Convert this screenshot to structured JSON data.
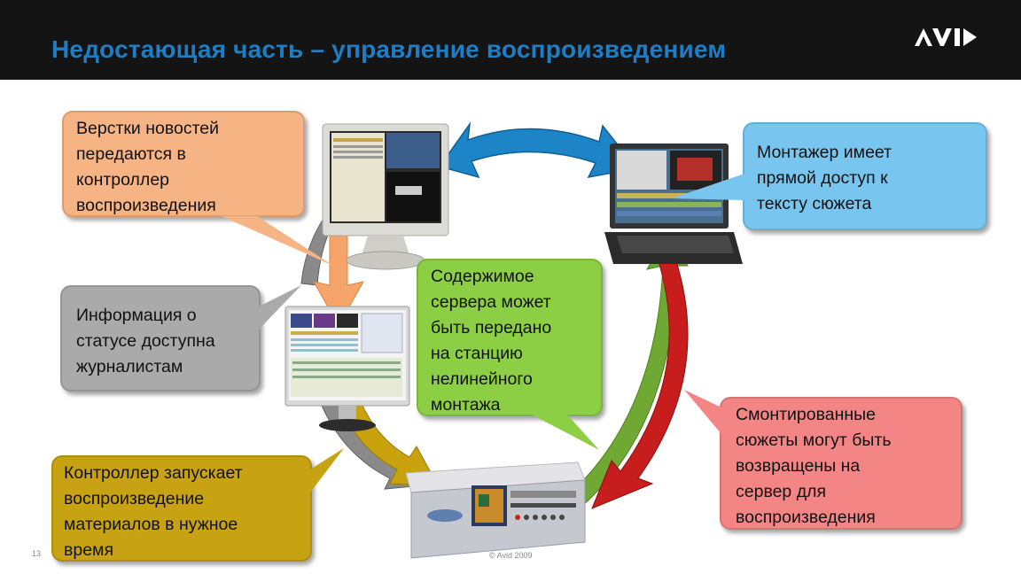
{
  "slide": {
    "title": "Недостающая часть – управление воспроизведением",
    "logo_text": "AVID",
    "slide_number": "13",
    "copyright": "© Avid 2009"
  },
  "bubbles": {
    "top_left": "Верстки новостей\nпередаются в\nконтроллер\nвоспроизведения",
    "top_right": "Монтажер имеет\nпрямой доступ к\nтексту сюжета",
    "middle_left": "Информация о\nстатусе доступна\nжурналистам",
    "center": "Содержимое\nсервера может\nбыть передано\nна станцию\nнелинейного\nмонтажа",
    "bottom_right": "Смонтированные\nсюжеты могут быть\nвозвращены на\nсервер для\nвоспроизведения",
    "bottom_left": "Контроллер запускает\nвоспроизведение\nматериалов в нужное\nвремя"
  },
  "colors": {
    "header_bg": "#141414",
    "title": "#1f7dc4",
    "orange_bubble": "#f6b384",
    "blue_bubble": "#78c6ef",
    "gray_bubble": "#aaaaaa",
    "green_bubble": "#8ccf45",
    "red_bubble": "#f48585",
    "gold_bubble": "#c7a213",
    "blue_arrow": "#1e84c8",
    "orange_arrow": "#f6a56a",
    "gray_arrow": "#8a8a8a",
    "green_arrow": "#6fa832",
    "red_arrow": "#c81d1d",
    "gold_arrow": "#c9a20e"
  },
  "icons": [
    "newsroom-monitor-icon",
    "editing-laptop-icon",
    "status-monitor-icon",
    "video-server-icon",
    "avid-logo"
  ]
}
